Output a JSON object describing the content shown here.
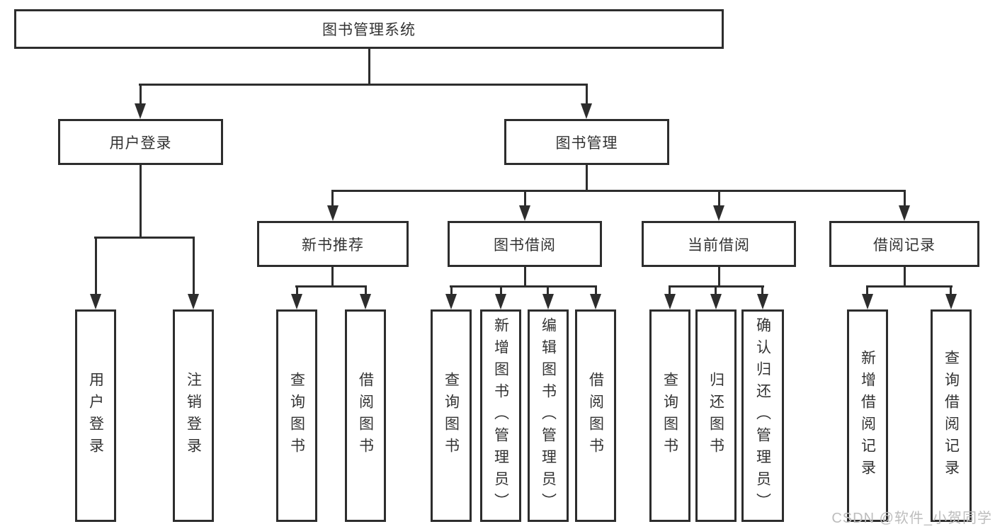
{
  "colors": {
    "background": "#ffffff",
    "line": "#2d2d2d",
    "box_border": "#2d2d2d",
    "text": "#333333",
    "watermark_text": "#bdbdbd"
  },
  "nodes": {
    "root": {
      "label": "图书管理系统"
    },
    "level2": [
      {
        "label": "用户登录"
      },
      {
        "label": "图书管理"
      }
    ],
    "level3": [
      {
        "label": "新书推荐"
      },
      {
        "label": "图书借阅"
      },
      {
        "label": "当前借阅"
      },
      {
        "label": "借阅记录"
      }
    ],
    "leaves": [
      {
        "label": "用户登录"
      },
      {
        "label": "注销登录"
      },
      {
        "label": "查询图书"
      },
      {
        "label": "借阅图书"
      },
      {
        "label": "查询图书"
      },
      {
        "label": "新增图书（管理员）"
      },
      {
        "label": "编辑图书（管理员）"
      },
      {
        "label": "借阅图书"
      },
      {
        "label": "查询图书"
      },
      {
        "label": "归还图书"
      },
      {
        "label": "确认归还（管理员）"
      },
      {
        "label": "新增借阅记录"
      },
      {
        "label": "查询借阅记录"
      }
    ]
  },
  "watermark": {
    "text": "CSDN @软件_小贺同学"
  }
}
